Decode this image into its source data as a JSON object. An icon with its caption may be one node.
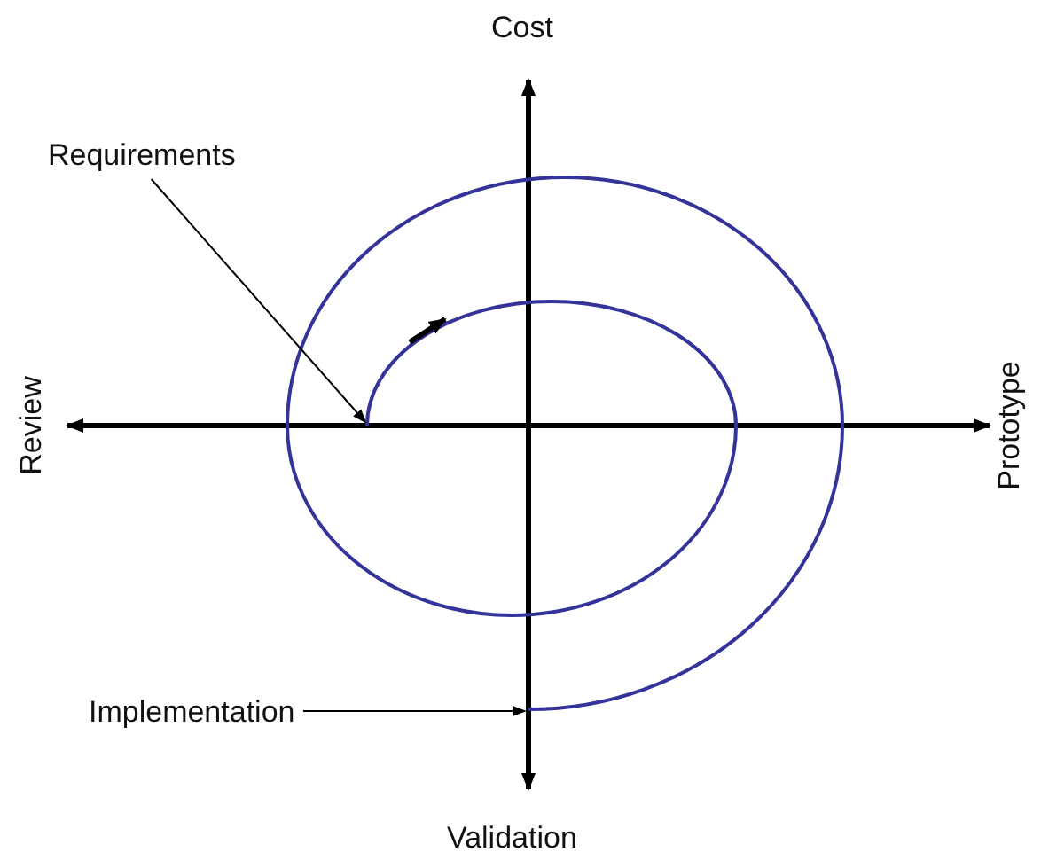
{
  "diagram": {
    "nodes": [
      {
        "text": [
          "Requirements"
        ]
      },
      {
        "text": [
          "Implementation"
        ]
      }
    ],
    "edges": [
      {
        "from": 0,
        "to": null,
        "arrow": "to"
      },
      {
        "from": 1,
        "to": null,
        "arrow": "to"
      }
    ],
    "labels": [
      "Cost",
      "Review",
      "Prototype",
      "Validation"
    ]
  }
}
